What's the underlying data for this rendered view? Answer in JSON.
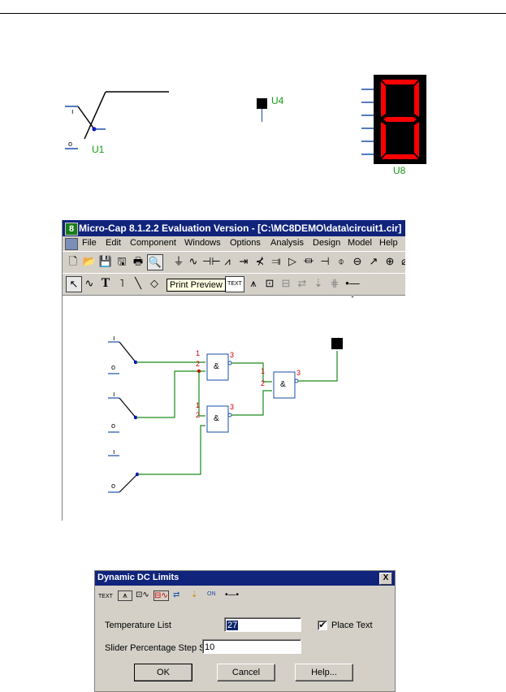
{
  "top_components": {
    "u1_label": "U1",
    "u1_mark": "ı",
    "u1_zero": "o",
    "u4_label": "U4",
    "u8_label": "U8"
  },
  "app": {
    "title": "Micro-Cap 8.1.2.2 Evaluation Version - [C:\\MC8DEMO\\data\\circuit1.cir]",
    "menu": [
      "File",
      "Edit",
      "Component",
      "Windows",
      "Options",
      "Analysis",
      "Design",
      "Model",
      "Help"
    ],
    "tooltip": "Print Preview",
    "text_tool": "TEXT",
    "gate_symbol": "&",
    "pins": [
      "1",
      "2",
      "3"
    ],
    "switch_high": "ı",
    "switch_low": "o"
  },
  "dialog": {
    "title": "Dynamic DC Limits",
    "close": "X",
    "text_tool": "TEXT",
    "on_label": "ON",
    "temperature_label": "Temperature List",
    "temperature_value": "27",
    "step_label": "Slider Percentage Step Size",
    "step_value": "10",
    "place_text_label": "Place Text",
    "place_text_checked": "✔",
    "ok": "OK",
    "cancel": "Cancel",
    "help": "Help..."
  },
  "colors": {
    "wire": "#1a8a1a",
    "node": "#0000cc",
    "pin_label": "#cc0000",
    "segment": "#ff0000",
    "title_bar": "#10247c"
  },
  "icons": [
    "new-icon",
    "open-icon",
    "save-icon",
    "print-icon",
    "print-preview-icon",
    "ground-icon",
    "resistor-icon",
    "capacitor-icon",
    "inductor-icon",
    "diode-icon",
    "arrow-select-icon",
    "text-icon",
    "wire-icon",
    "help-pointer-icon"
  ]
}
